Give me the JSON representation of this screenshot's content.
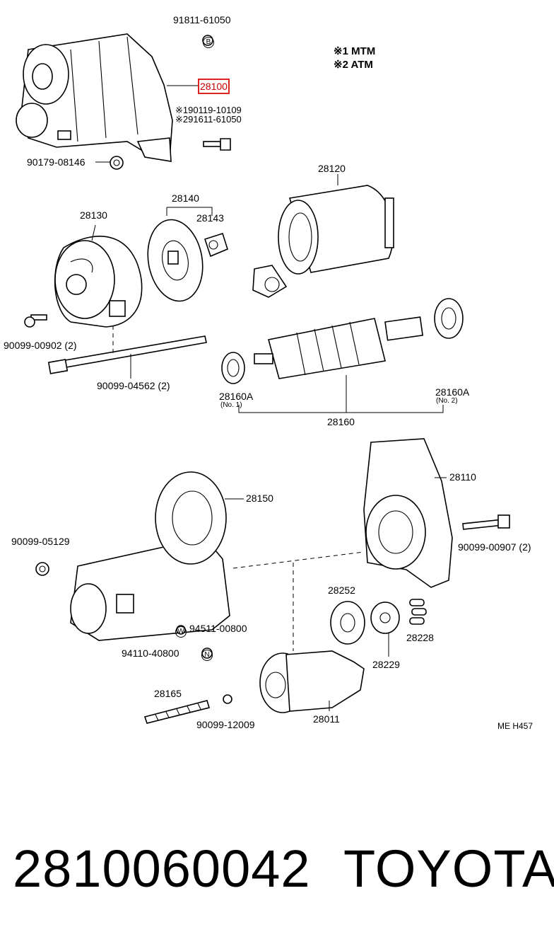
{
  "diagram": {
    "legend": {
      "line1": "※1 MTM",
      "line2": "※2 ATM"
    },
    "labels": {
      "p91811": "91811-61050",
      "p91811_badge": "B",
      "p28100": "28100",
      "p90119": "※190119-10109",
      "p91611": "※291611-61050",
      "p90179": "90179-08146",
      "p28120": "28120",
      "p28140": "28140",
      "p28143": "28143",
      "p28130": "28130",
      "p90099_00902": "90099-00902 (2)",
      "p90099_04562": "90099-04562 (2)",
      "p28160A_1": "28160A",
      "p28160A_1_sub": "(No. 1)",
      "p28160A_2": "28160A",
      "p28160A_2_sub": "(No. 2)",
      "p28160": "28160",
      "p28150": "28150",
      "p28110": "28110",
      "p90099_05129": "90099-05129",
      "p90099_00907": "90099-00907 (2)",
      "p28252": "28252",
      "p28228": "28228",
      "p28229": "28229",
      "p94511": "94511-00800",
      "p94511_badge": "W",
      "p94110": "94110-40800",
      "p94110_badge": "N",
      "p28165": "28165",
      "p90099_12009": "90099-12009",
      "p28011": "28011",
      "code": "ME H457"
    }
  },
  "footer": {
    "part_number": "2810060042",
    "brand": "TOYOTA"
  }
}
